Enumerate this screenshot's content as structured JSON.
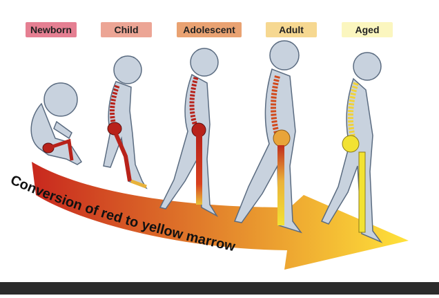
{
  "stages": [
    {
      "label": "Newborn",
      "color": "#e57f92"
    },
    {
      "label": "Child",
      "color": "#eca595"
    },
    {
      "label": "Adolescent",
      "color": "#e9a272"
    },
    {
      "label": "Adult",
      "color": "#f6d891"
    },
    {
      "label": "Aged",
      "color": "#fbf6bf"
    }
  ],
  "arrow": {
    "text": "Conversion of red to yellow marrow",
    "gradient_start": "#c8281e",
    "gradient_end": "#ffe23a"
  },
  "colors": {
    "body": "#c8d2de",
    "body_outline": "#5a6b80",
    "red_marrow": "#b8221a",
    "yellow_marrow": "#f2e233"
  }
}
